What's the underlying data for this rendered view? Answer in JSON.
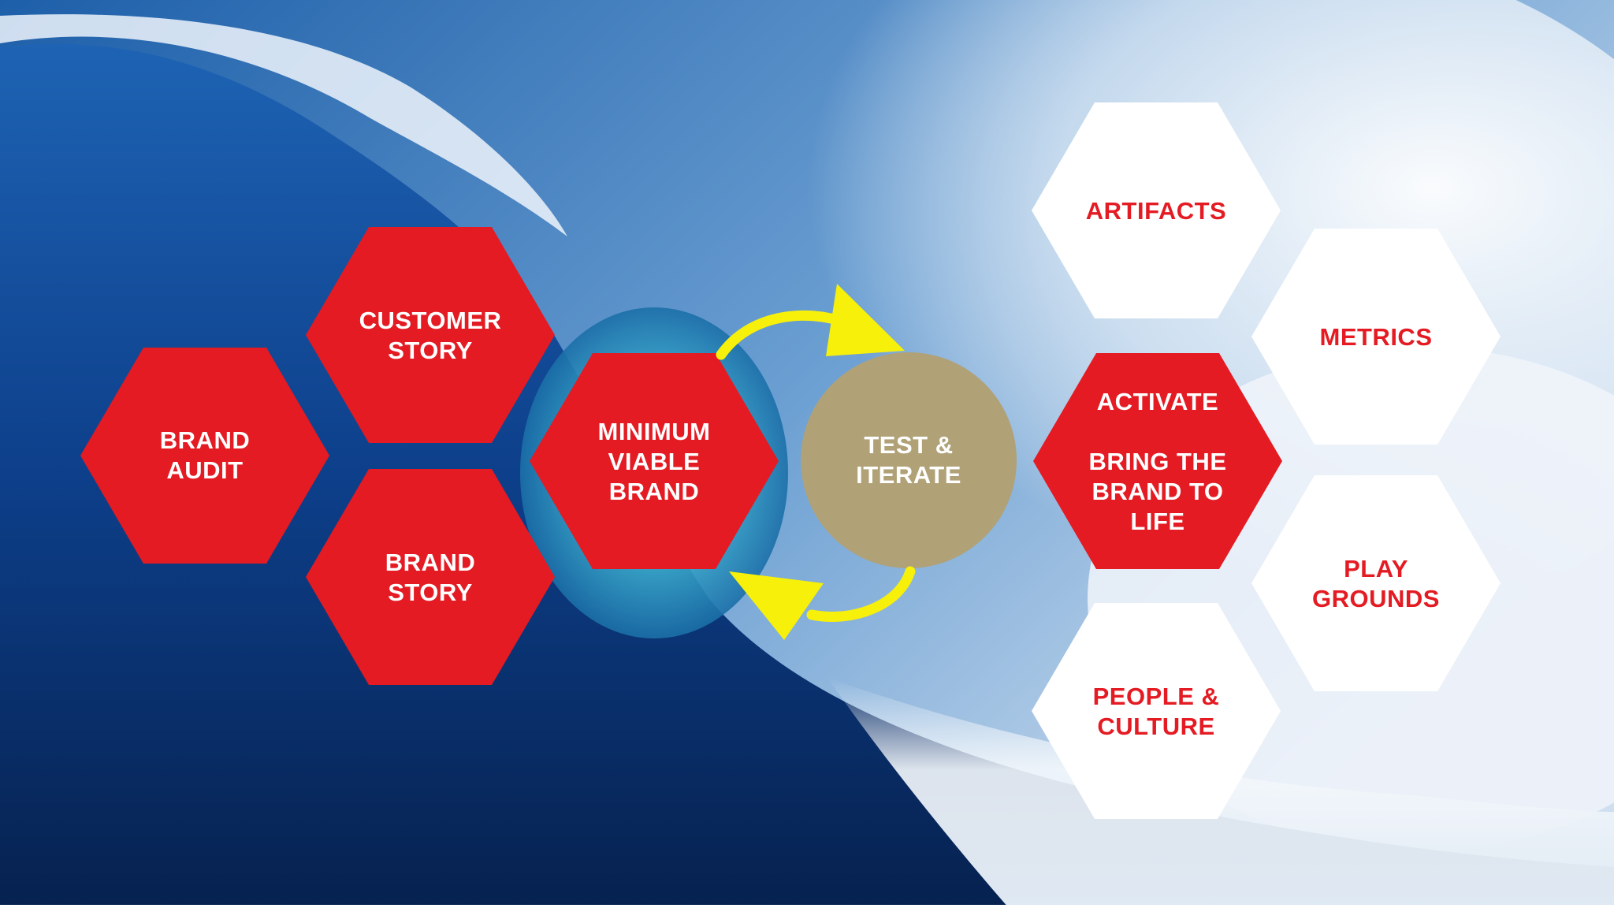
{
  "colors": {
    "accent_red": "#e41b23",
    "hex_white": "#ffffff",
    "circle_gold": "#b0a177",
    "arrow_yellow": "#f7f00a",
    "ocean_deep": "#0b3a7e",
    "sky": "#2f6fb8"
  },
  "diagram": {
    "build_group": {
      "brand_audit": [
        "BRAND",
        "AUDIT"
      ],
      "customer_story": [
        "CUSTOMER",
        "STORY"
      ],
      "brand_story": [
        "BRAND",
        "STORY"
      ]
    },
    "mvb": [
      "MINIMUM",
      "VIABLE",
      "BRAND"
    ],
    "test_iterate": [
      "TEST &",
      "ITERATE"
    ],
    "activate": {
      "title": "ACTIVATE",
      "subtitle": [
        "BRING THE",
        "BRAND TO",
        "LIFE"
      ]
    },
    "outcomes": {
      "artifacts": [
        "ARTIFACTS"
      ],
      "metrics": [
        "METRICS"
      ],
      "play_grounds": [
        "PLAY",
        "GROUNDS"
      ],
      "people_culture": [
        "PEOPLE &",
        "CULTURE"
      ]
    }
  },
  "icons": {
    "cycle_arrows": "refresh-cycle-icon",
    "background": "ocean-wave-photo"
  }
}
